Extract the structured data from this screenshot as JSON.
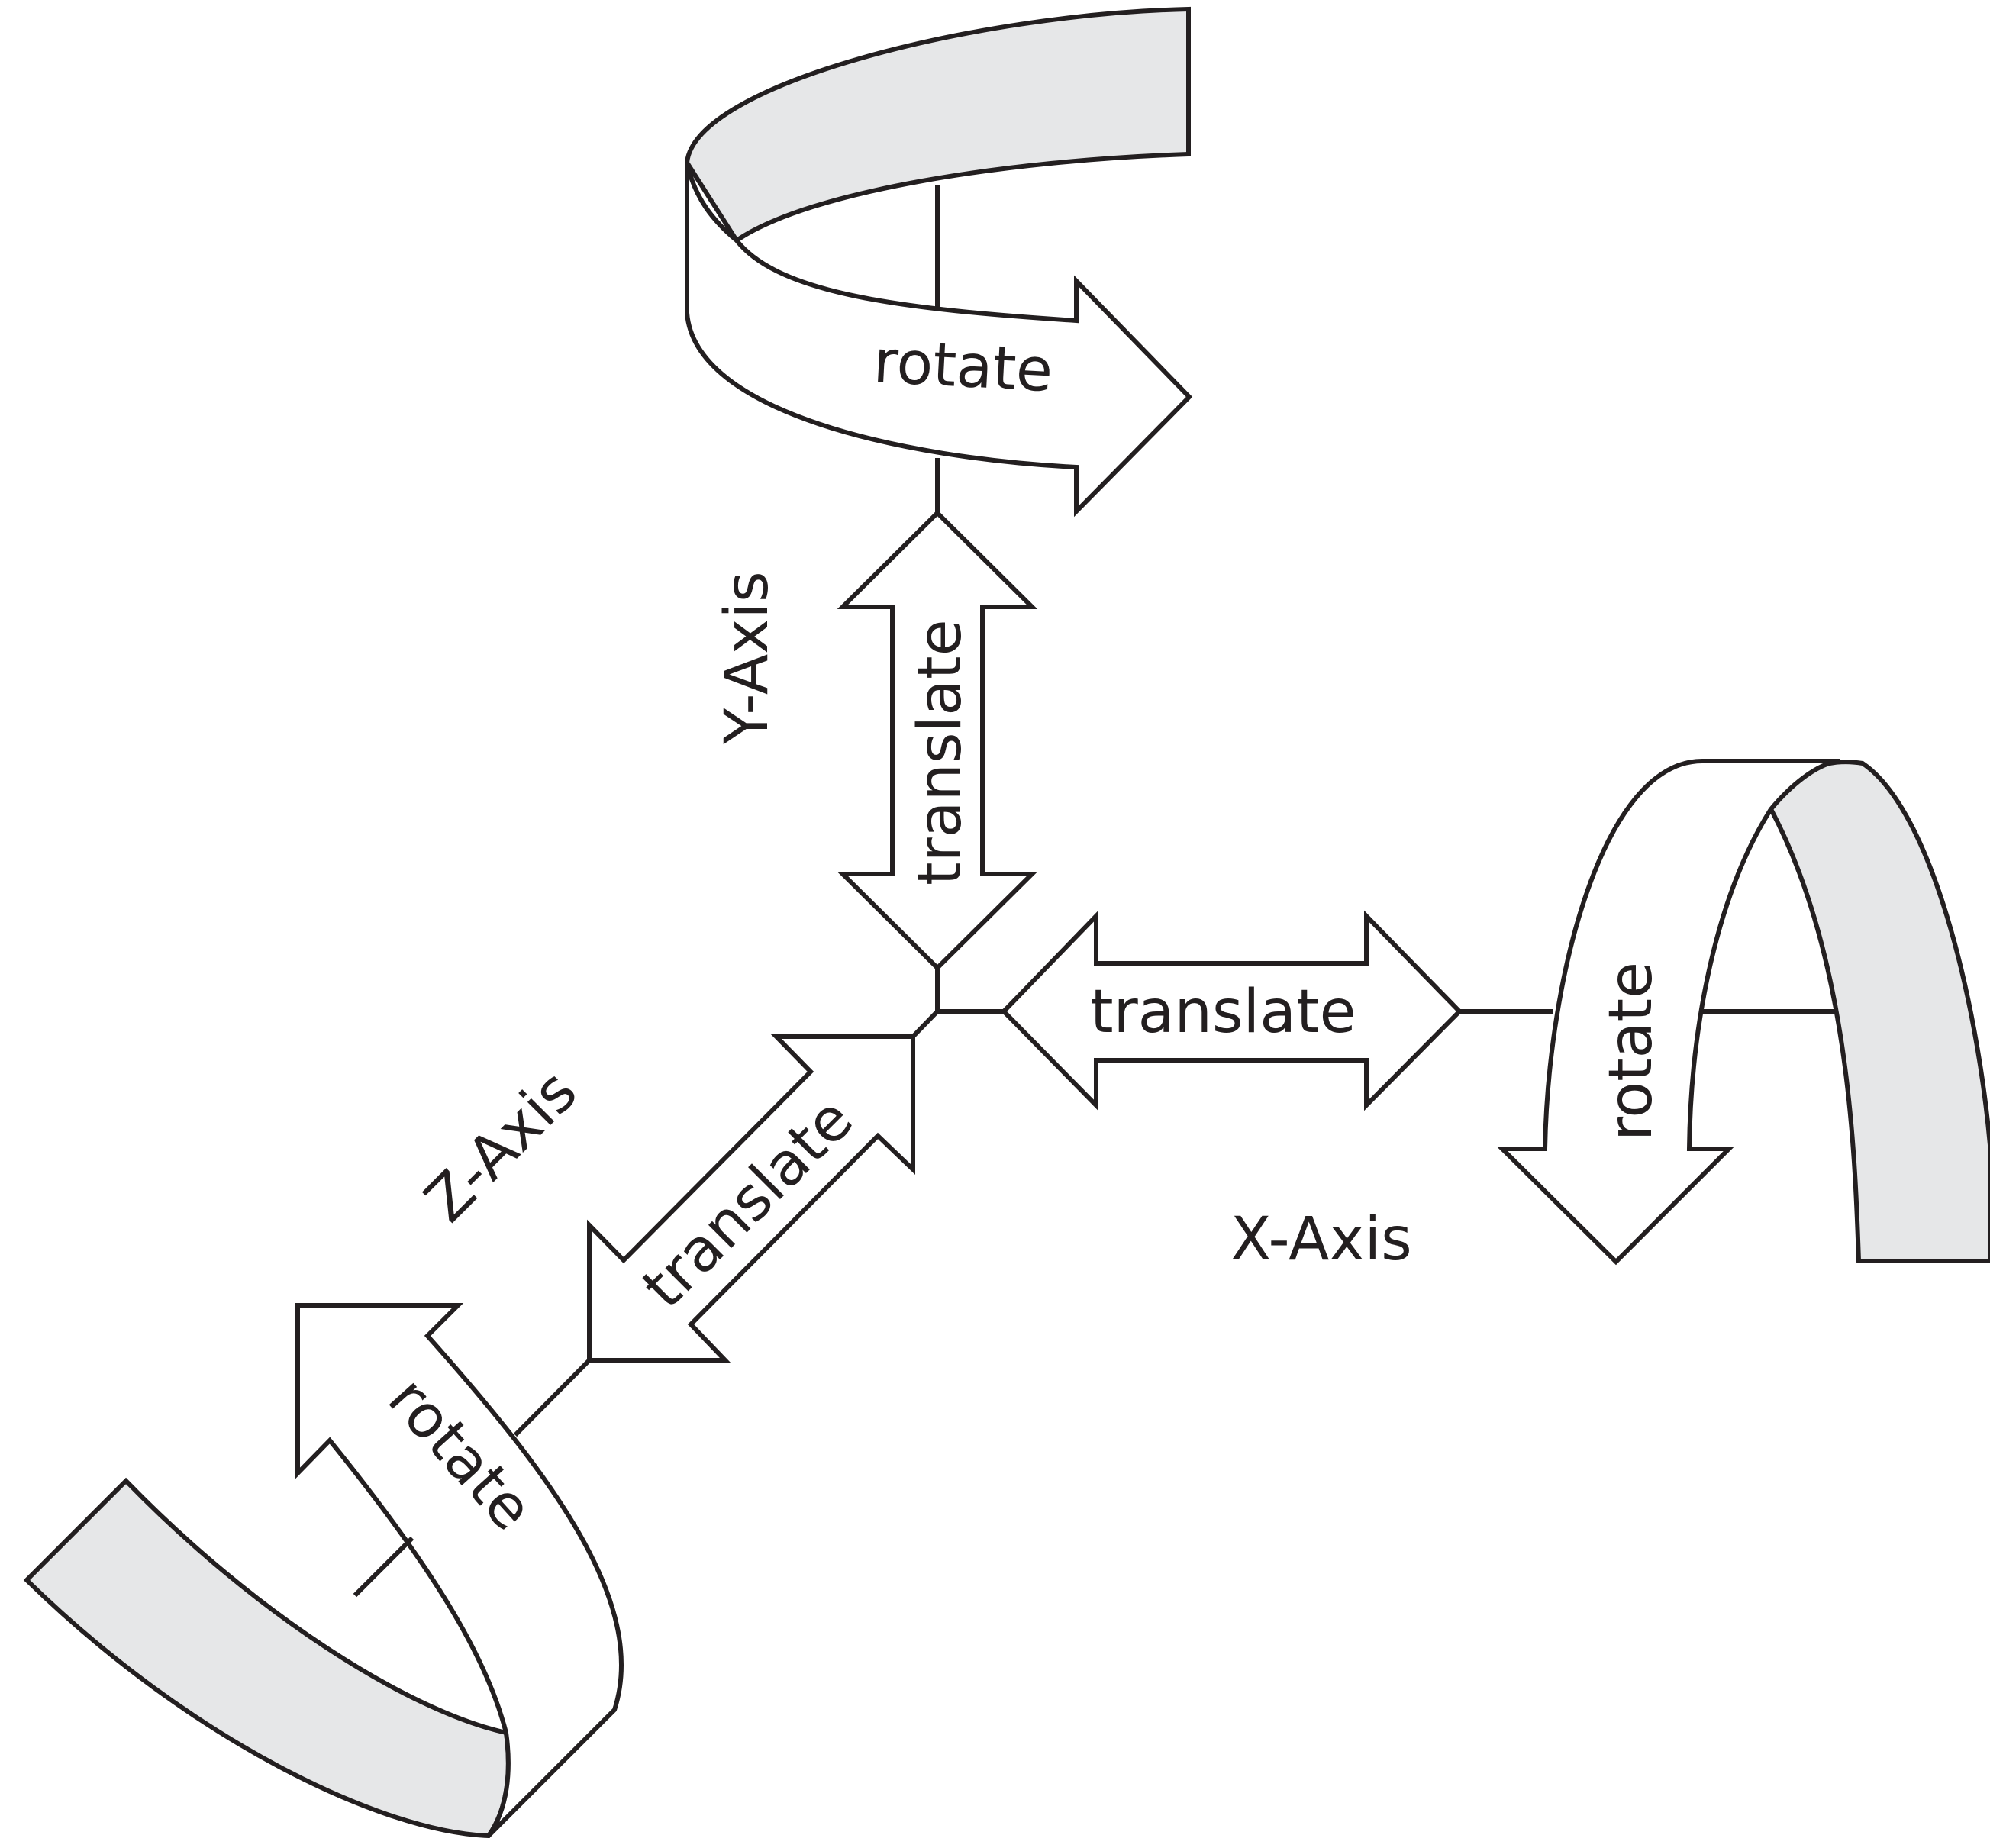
{
  "labels": {
    "y_axis": "Y-Axis",
    "x_axis": "X-Axis",
    "z_axis": "Z-Axis",
    "y_rotate": "rotate",
    "y_translate": "translate",
    "x_translate": "translate",
    "x_rotate": "rotate",
    "z_translate": "translate",
    "z_rotate": "rotate"
  },
  "colors": {
    "stroke": "#231f20",
    "band_shade": "#e6e7e8",
    "background": "#ffffff"
  }
}
